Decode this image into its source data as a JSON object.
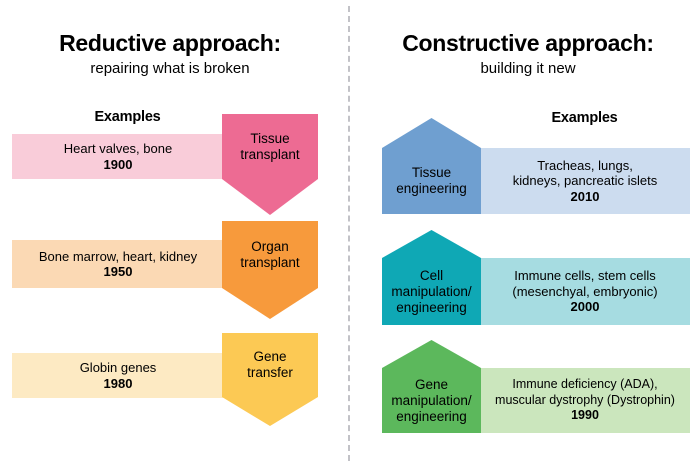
{
  "columns": {
    "left": {
      "title": "Reductive approach:",
      "subtitle": "repairing what is broken",
      "examples_label": "Examples",
      "rows": [
        {
          "shape_label_line1": "Tissue",
          "shape_label_line2": "transplant",
          "example_text": "Heart valves, bone",
          "year": "1900",
          "shape_color": "#ed6b93",
          "bar_color": "#f9ccd9"
        },
        {
          "shape_label_line1": "Organ",
          "shape_label_line2": "transplant",
          "example_text": "Bone marrow, heart, kidney",
          "year": "1950",
          "shape_color": "#f79a3c",
          "bar_color": "#fbd9b4"
        },
        {
          "shape_label_line1": "Gene",
          "shape_label_line2": "transfer",
          "example_text": "Globin genes",
          "year": "1980",
          "shape_color": "#fcc котор54",
          "bar_color": "#fdeac3"
        }
      ]
    },
    "right": {
      "title": "Constructive approach:",
      "subtitle": "building it new",
      "examples_label": "Examples",
      "rows": [
        {
          "shape_label_line1": "Tissue",
          "shape_label_line2": "engineering",
          "shape_label_line3": "",
          "example_line1": "Tracheas, lungs,",
          "example_line2": "kidneys, pancreatic islets",
          "year": "2010",
          "shape_color": "#6f9fd0",
          "bar_color": "#ccdcef"
        },
        {
          "shape_label_line1": "Cell",
          "shape_label_line2": "manipulation/",
          "shape_label_line3": "engineering",
          "example_line1": "Immune cells, stem cells",
          "example_line2": "(mesenchyal, embryonic)",
          "year": "2000",
          "shape_color": "#0fa8b5",
          "bar_color": "#a6dce1"
        },
        {
          "shape_label_line1": "Gene",
          "shape_label_line2": "manipulation/",
          "shape_label_line3": "engineering",
          "example_line1": "Immune deficiency (ADA),",
          "example_line2": "muscular dystrophy (Dystrophin)",
          "year": "1990",
          "shape_color": "#5cb85c",
          "bar_color": "#cbe6bd"
        }
      ]
    }
  },
  "divider": {
    "style": "dashed-vertical",
    "color": "#c2c2c7"
  }
}
